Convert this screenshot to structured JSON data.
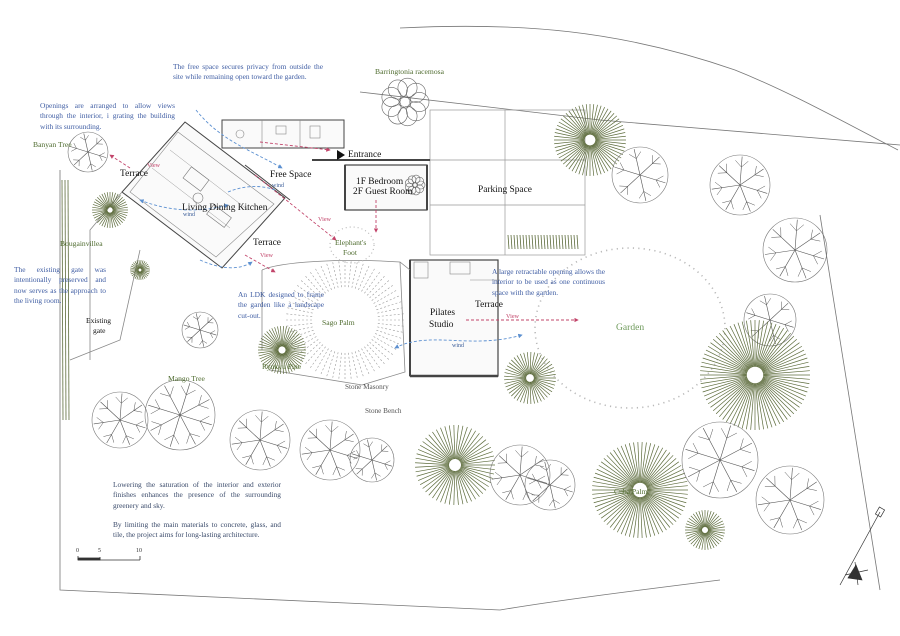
{
  "notes": {
    "free_space": "The free space secures privacy from outside the site while remaining open toward the garden.",
    "openings": "Openings are arranged to allow views through the interior, i grating the building with its surrounding.",
    "gate": "The existing gate was intentionally preserved and now serves as the approach to the living room.",
    "ldk": "An LDK designed to frame the garden like a landscape cut-out.",
    "retractable": "A large retractable opening allows the interior to be used as one continuous space with the garden.",
    "saturation": "Lowering the saturation of the interior and exterior finishes enhances the presence of the surrounding greenery and sky.",
    "materials": "By limiting the main materials to concrete, glass, and tile, the project aims for long-lasting architecture."
  },
  "rooms": {
    "terrace_nw": "Terrace",
    "free_space": "Free Space",
    "entrance": "Entrance",
    "bedroom_line1": "1F Bedroom",
    "bedroom_line2": "2F Guest Room",
    "parking": "Parking Space",
    "ldk": "Living Dining Kitchen",
    "terrace_mid": "Terrace",
    "pilates_line1": "Pilates",
    "pilates_line2": "Studio",
    "terrace_east": "Terrace",
    "existing_gate_line1": "Existing",
    "existing_gate_line2": "gate"
  },
  "plants": {
    "barringtonia": "Barringtonia racemosa",
    "banyan": "Banyan Tree",
    "bougainvillea": "Bougainvillea",
    "elephant_foot_line1": "Elephant's",
    "elephant_foot_line2": "Foot",
    "sago_palm": "Sago Palm",
    "ryukyu_pine": "Ryukyu Pine",
    "mango": "Mango Tree",
    "cuba_palm": "Cuba Palm",
    "garden": "Garden"
  },
  "materials": {
    "stone_masonry": "Stone Masonry",
    "stone_bench": "Stone Bench"
  },
  "arrows": {
    "view": "View",
    "wind": "wind"
  },
  "scale_bar": [
    "0",
    "5",
    "10"
  ],
  "colors": {
    "note_blue": "#3f5da3",
    "view_arrow": "#c2446a",
    "wind_arrow": "#5b8fd0",
    "tree_green": "#5c6b3b",
    "garden_green": "#6e9a5b"
  },
  "icons": [
    "north-arrow-icon",
    "entrance-arrow-icon"
  ]
}
